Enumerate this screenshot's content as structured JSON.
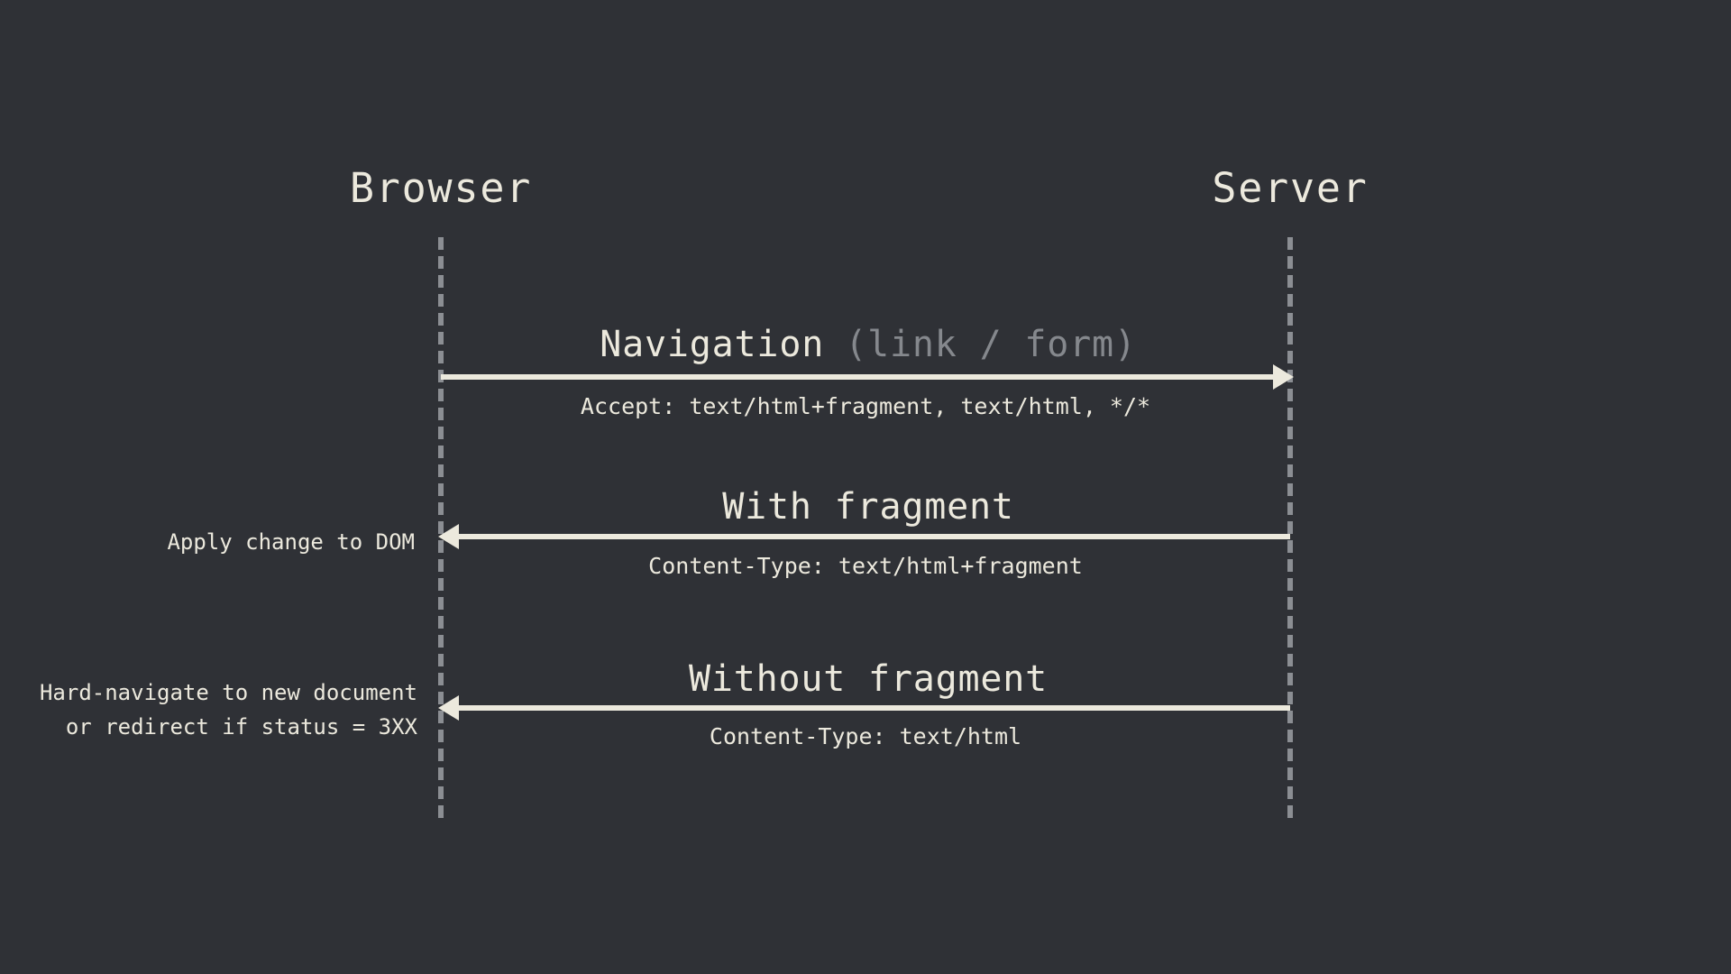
{
  "colors": {
    "background": "#2f3136",
    "cream": "#ece9dd",
    "gray_line": "#8b8e93",
    "muted_text": "#85888d"
  },
  "actors": {
    "left": "Browser",
    "right": "Server"
  },
  "messages": [
    {
      "title": "Navigation",
      "title_annotation": "(link / form)",
      "detail": "Accept: text/html+fragment, text/html, */*",
      "direction": "browser-to-server"
    },
    {
      "title": "With fragment",
      "title_annotation": "",
      "detail": "Content-Type: text/html+fragment",
      "direction": "server-to-browser",
      "side_note": [
        "Apply change to DOM"
      ]
    },
    {
      "title": "Without fragment",
      "title_annotation": "",
      "detail": "Content-Type: text/html",
      "direction": "server-to-browser",
      "side_note": [
        "Hard-navigate to new document",
        "or redirect if status = 3XX"
      ]
    }
  ]
}
